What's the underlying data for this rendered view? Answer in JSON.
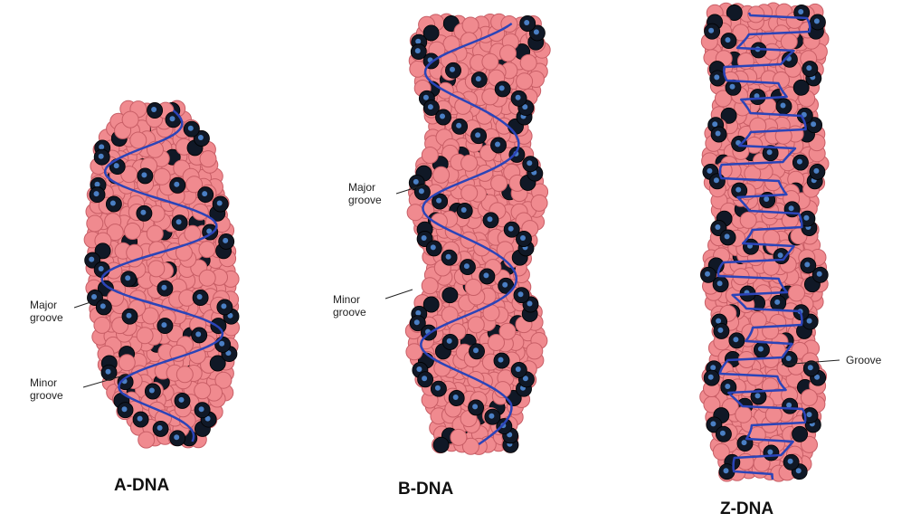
{
  "colors": {
    "atom": "#f08a8f",
    "atom_dark": "#c85e66",
    "backbone": "#101826",
    "backbone_hi": "#4a7fc4",
    "strand": "#2b44b8"
  },
  "a_dna": {
    "title": "A-DNA",
    "major_groove": "Major\ngroove",
    "minor_groove": "Minor\ngroove"
  },
  "b_dna": {
    "title": "B-DNA",
    "major_groove": "Major\ngroove",
    "minor_groove": "Minor\ngroove"
  },
  "z_dna": {
    "title": "Z-DNA",
    "groove": "Groove"
  }
}
